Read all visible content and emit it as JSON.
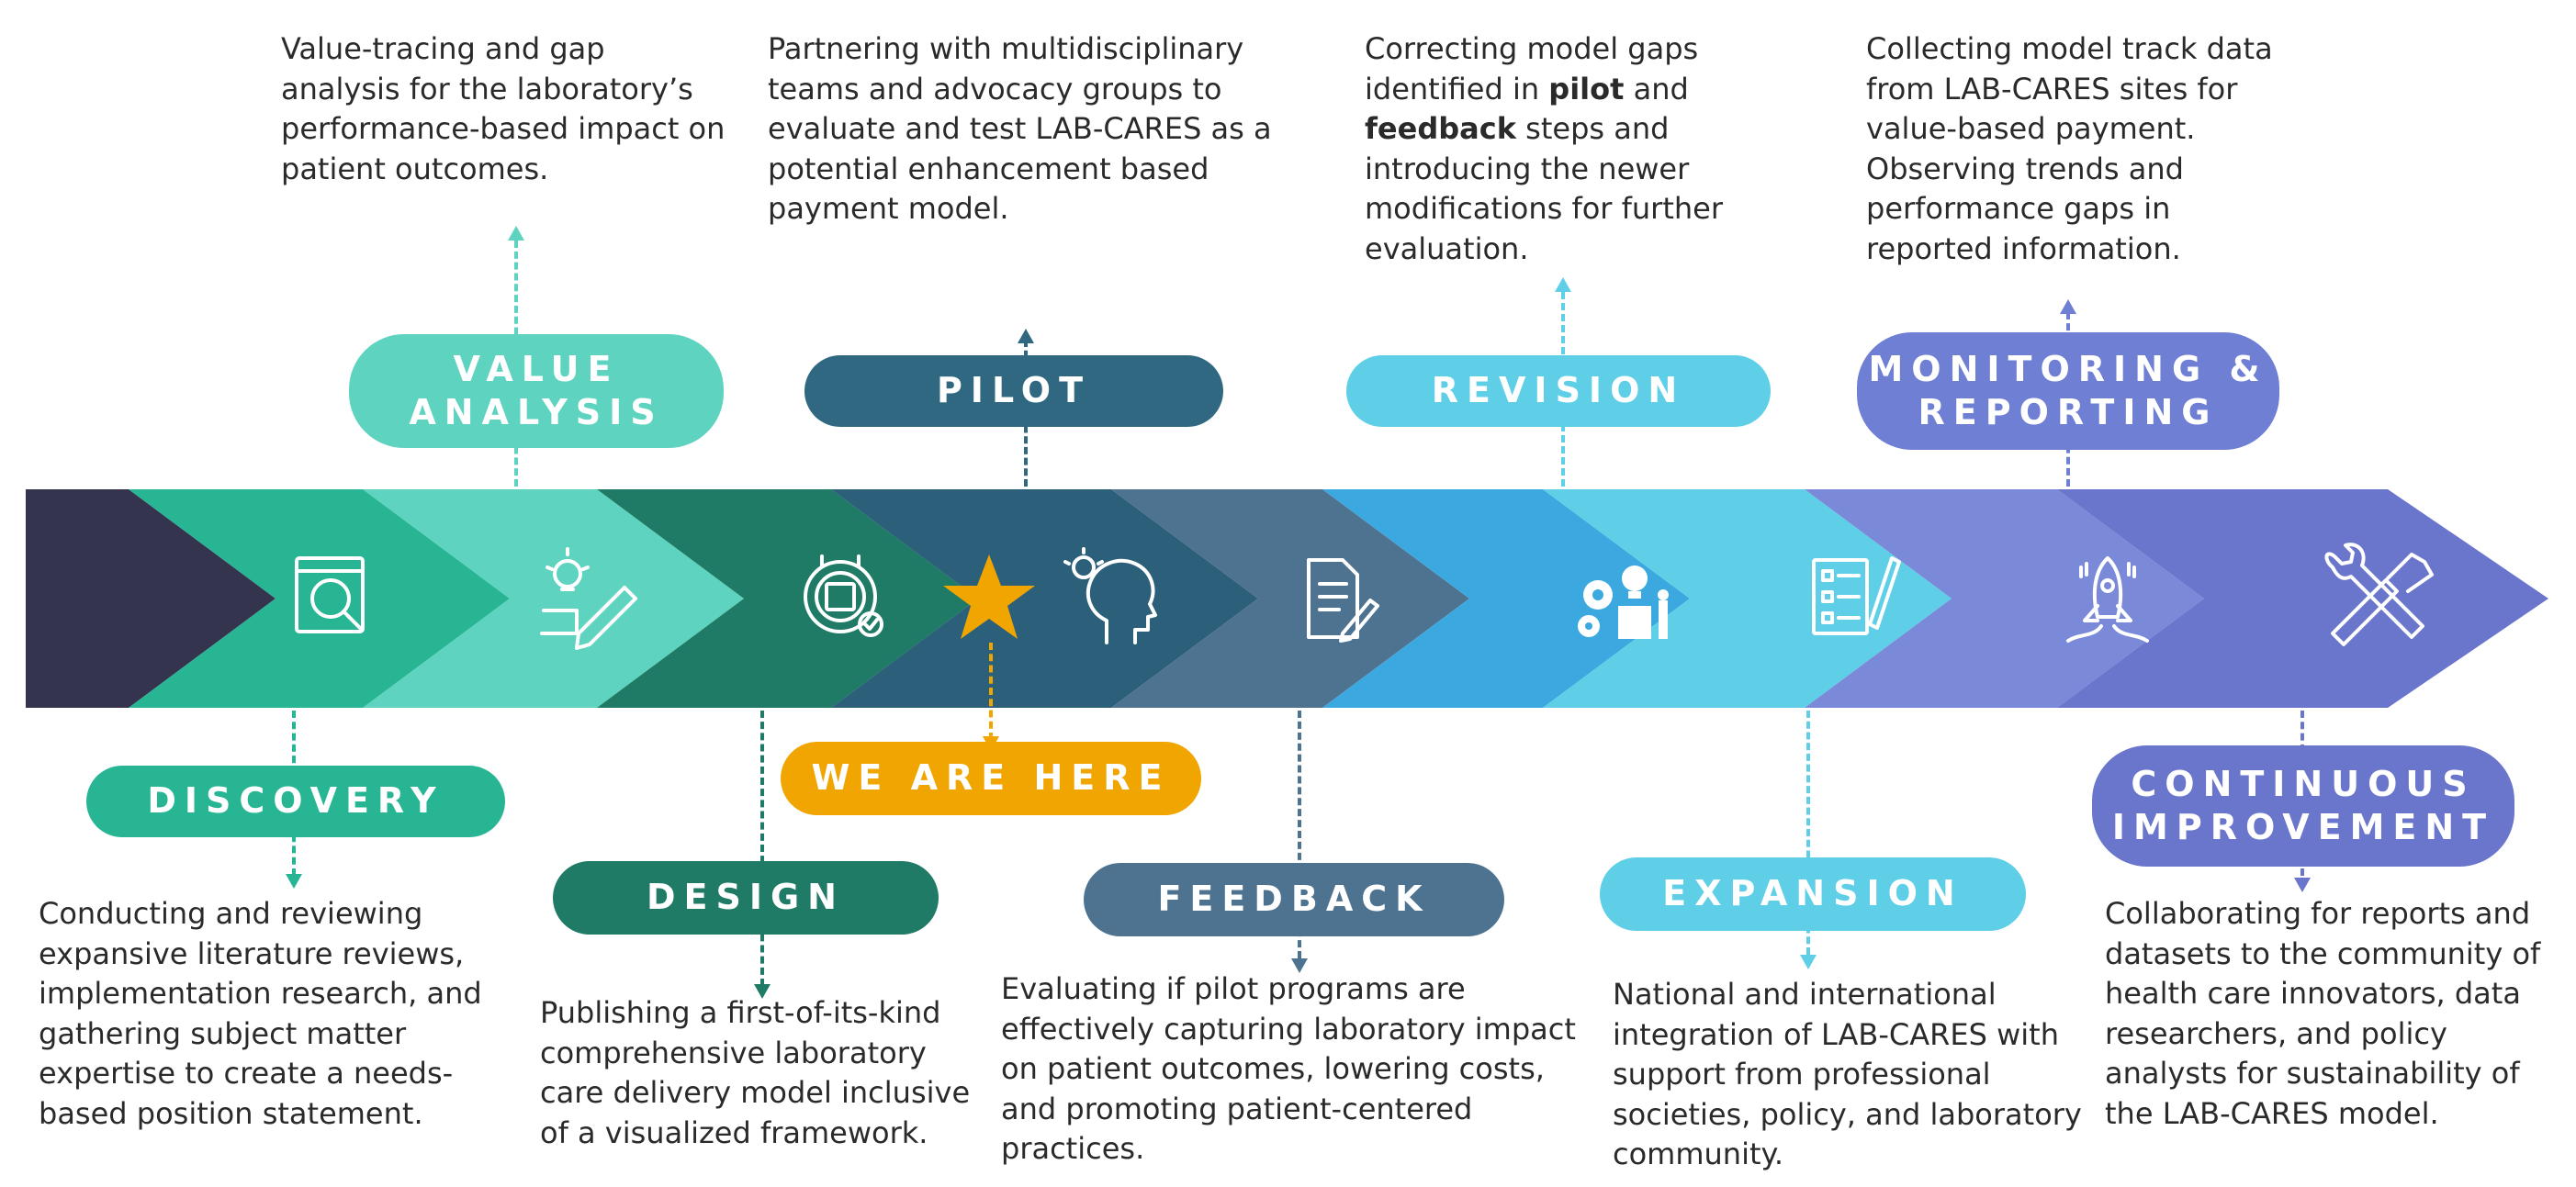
{
  "stages": [
    {
      "id": "value-analysis",
      "label": "VALUE\nANALYSIS",
      "color": "#5ed4c0",
      "desc": "Value-tracing and gap analysis for the laboratory’s performance-based impact on patient outcomes."
    },
    {
      "id": "pilot",
      "label": "PILOT",
      "color": "#2f6880",
      "desc": "Partnering with multidisciplinary teams and advocacy groups to evaluate and test LAB-CARES as a potential enhancement based payment model."
    },
    {
      "id": "revision",
      "label": "REVISION",
      "color": "#5fcfe8",
      "desc_pre": "Correcting model gaps identified in ",
      "desc_b1": "pilot",
      "desc_mid": " and ",
      "desc_b2": "feedback",
      "desc_post": " steps and introducing the newer modifications for further evaluation."
    },
    {
      "id": "monitoring",
      "label": "MONITORING &\nREPORTING",
      "color": "#6e7fd4",
      "desc": "Collecting model track data from LAB-CARES sites for value-based payment. Observing trends and performance gaps in reported information."
    },
    {
      "id": "discovery",
      "label": "DISCOVERY",
      "color": "#28b593",
      "desc": "Conducting and reviewing expansive literature reviews, implementation research, and gathering subject matter expertise to create a needs-based position statement."
    },
    {
      "id": "design",
      "label": "DESIGN",
      "color": "#1f7a66",
      "desc": "Publishing a first-of-its-kind comprehensive laboratory care delivery model inclusive of a visualized framework."
    },
    {
      "id": "feedback",
      "label": "FEEDBACK",
      "color": "#4e7391",
      "desc": "Evaluating if pilot programs are effectively capturing laboratory impact on patient outcomes, lowering costs, and promoting patient-centered practices."
    },
    {
      "id": "expansion",
      "label": "EXPANSION",
      "color": "#5fcfe8",
      "desc": "National and international integration of LAB-CARES with support from professional societies, policy, and laboratory community."
    },
    {
      "id": "continuous",
      "label": "CONTINUOUS\nIMPROVEMENT",
      "color": "#6a75cc",
      "desc": "Collaborating for reports and datasets to the community of health care innovators, data researchers, and policy analysts for sustainability of the LAB-CARES model."
    }
  ],
  "marker": {
    "label": "WE ARE HERE",
    "color": "#f0a500",
    "star_color": "#f0a500"
  },
  "band_colors": [
    "#34344f",
    "#28b593",
    "#5ed4c0",
    "#1f7a66",
    "#2b5f7a",
    "#2f6880",
    "#4e7391",
    "#3ba9e0",
    "#5fcfe8",
    "#6e7fd4",
    "#7a8ad8",
    "#6a75cc"
  ],
  "icons": [
    "magnifier-window-icon",
    "lightbulb-pencil-icon",
    "gear-box-icon",
    "star-icon",
    "lightbulb-head-icon",
    "document-pen-icon",
    "gears-lightbulb-icon",
    "checklist-pen-icon",
    "rocket-icon",
    "tools-icon"
  ]
}
